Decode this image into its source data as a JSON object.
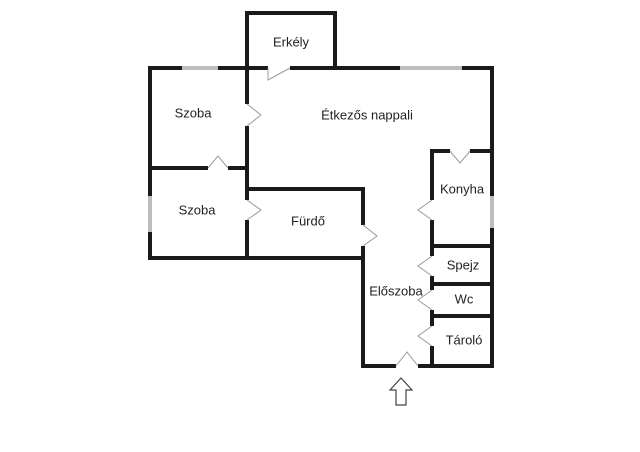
{
  "floor_plan": {
    "rooms": [
      {
        "id": "erkely",
        "label": "Erkély"
      },
      {
        "id": "etkezos-nappali",
        "label": "Étkezős nappali"
      },
      {
        "id": "szoba-1",
        "label": "Szoba"
      },
      {
        "id": "szoba-2",
        "label": "Szoba"
      },
      {
        "id": "furdo",
        "label": "Fürdő"
      },
      {
        "id": "konyha",
        "label": "Konyha"
      },
      {
        "id": "spejz",
        "label": "Spejz"
      },
      {
        "id": "wc",
        "label": "Wc"
      },
      {
        "id": "tarolo",
        "label": "Tároló"
      },
      {
        "id": "eloszoba",
        "label": "Előszoba"
      }
    ],
    "entrance_icon": "arrow-up-icon"
  }
}
